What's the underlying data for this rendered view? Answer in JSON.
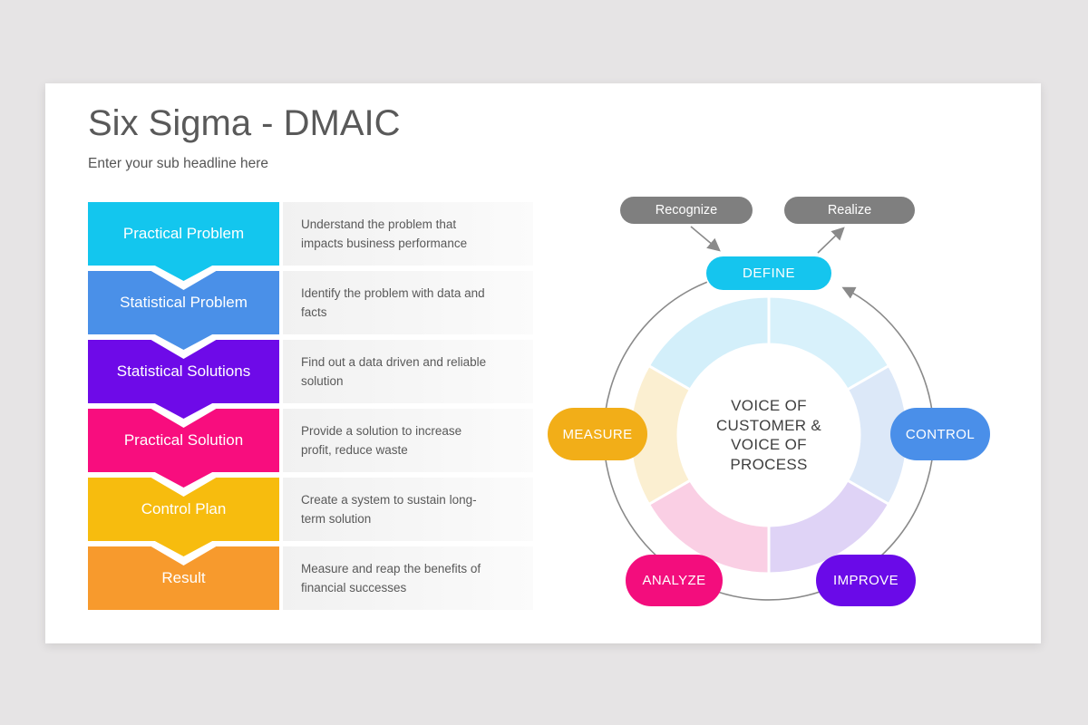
{
  "slide": {
    "title": "Six Sigma - DMAIC",
    "subtitle": "Enter your sub headline here",
    "background_color": "#E6E4E5",
    "card_color": "#FFFFFF"
  },
  "process": {
    "rows": [
      {
        "label": "Practical Problem",
        "color": "#13C6EE",
        "description": "Understand the problem that\nimpacts business performance"
      },
      {
        "label": "Statistical Problem",
        "color": "#4A90E8",
        "description": "Identify the problem with data and\nfacts"
      },
      {
        "label": "Statistical Solutions",
        "color": "#6E0AE8",
        "description": "Find out a data driven and reliable\nsolution"
      },
      {
        "label": "Practical Solution",
        "color": "#F80D7E",
        "description": "Provide a solution to increase\nprofit, reduce waste"
      },
      {
        "label": "Control Plan",
        "color": "#F7BC0E",
        "description": "Create a system to sustain long-\nterm solution"
      },
      {
        "label": "Result",
        "color": "#F79A2D",
        "description": "Measure and reap the benefits of\nfinancial successes"
      }
    ]
  },
  "cycle": {
    "recognize": {
      "label": "Recognize",
      "color": "#7F7F7F"
    },
    "realize": {
      "label": "Realize",
      "color": "#7F7F7F"
    },
    "define": {
      "label": "DEFINE",
      "color": "#15C5EE"
    },
    "measure": {
      "label": "MEASURE",
      "color": "#F2AE18"
    },
    "control": {
      "label": "CONTROL",
      "color": "#4A8FE9"
    },
    "analyze": {
      "label": "ANALYZE",
      "color": "#F30D7D"
    },
    "improve": {
      "label": "IMPROVE",
      "color": "#6A0AE8"
    },
    "center_text": "VOICE OF\nCUSTOMER &\nVOICE OF\nPROCESS",
    "wedge_colors": {
      "top_right": "#D8F1FB",
      "right": "#DCE8F8",
      "bottom_right": "#DFD3F6",
      "bottom_left": "#FACFE4",
      "left": "#FBEFD1",
      "top_left": "#D3EFFA"
    },
    "arrow_color": "#8A8A8A"
  }
}
